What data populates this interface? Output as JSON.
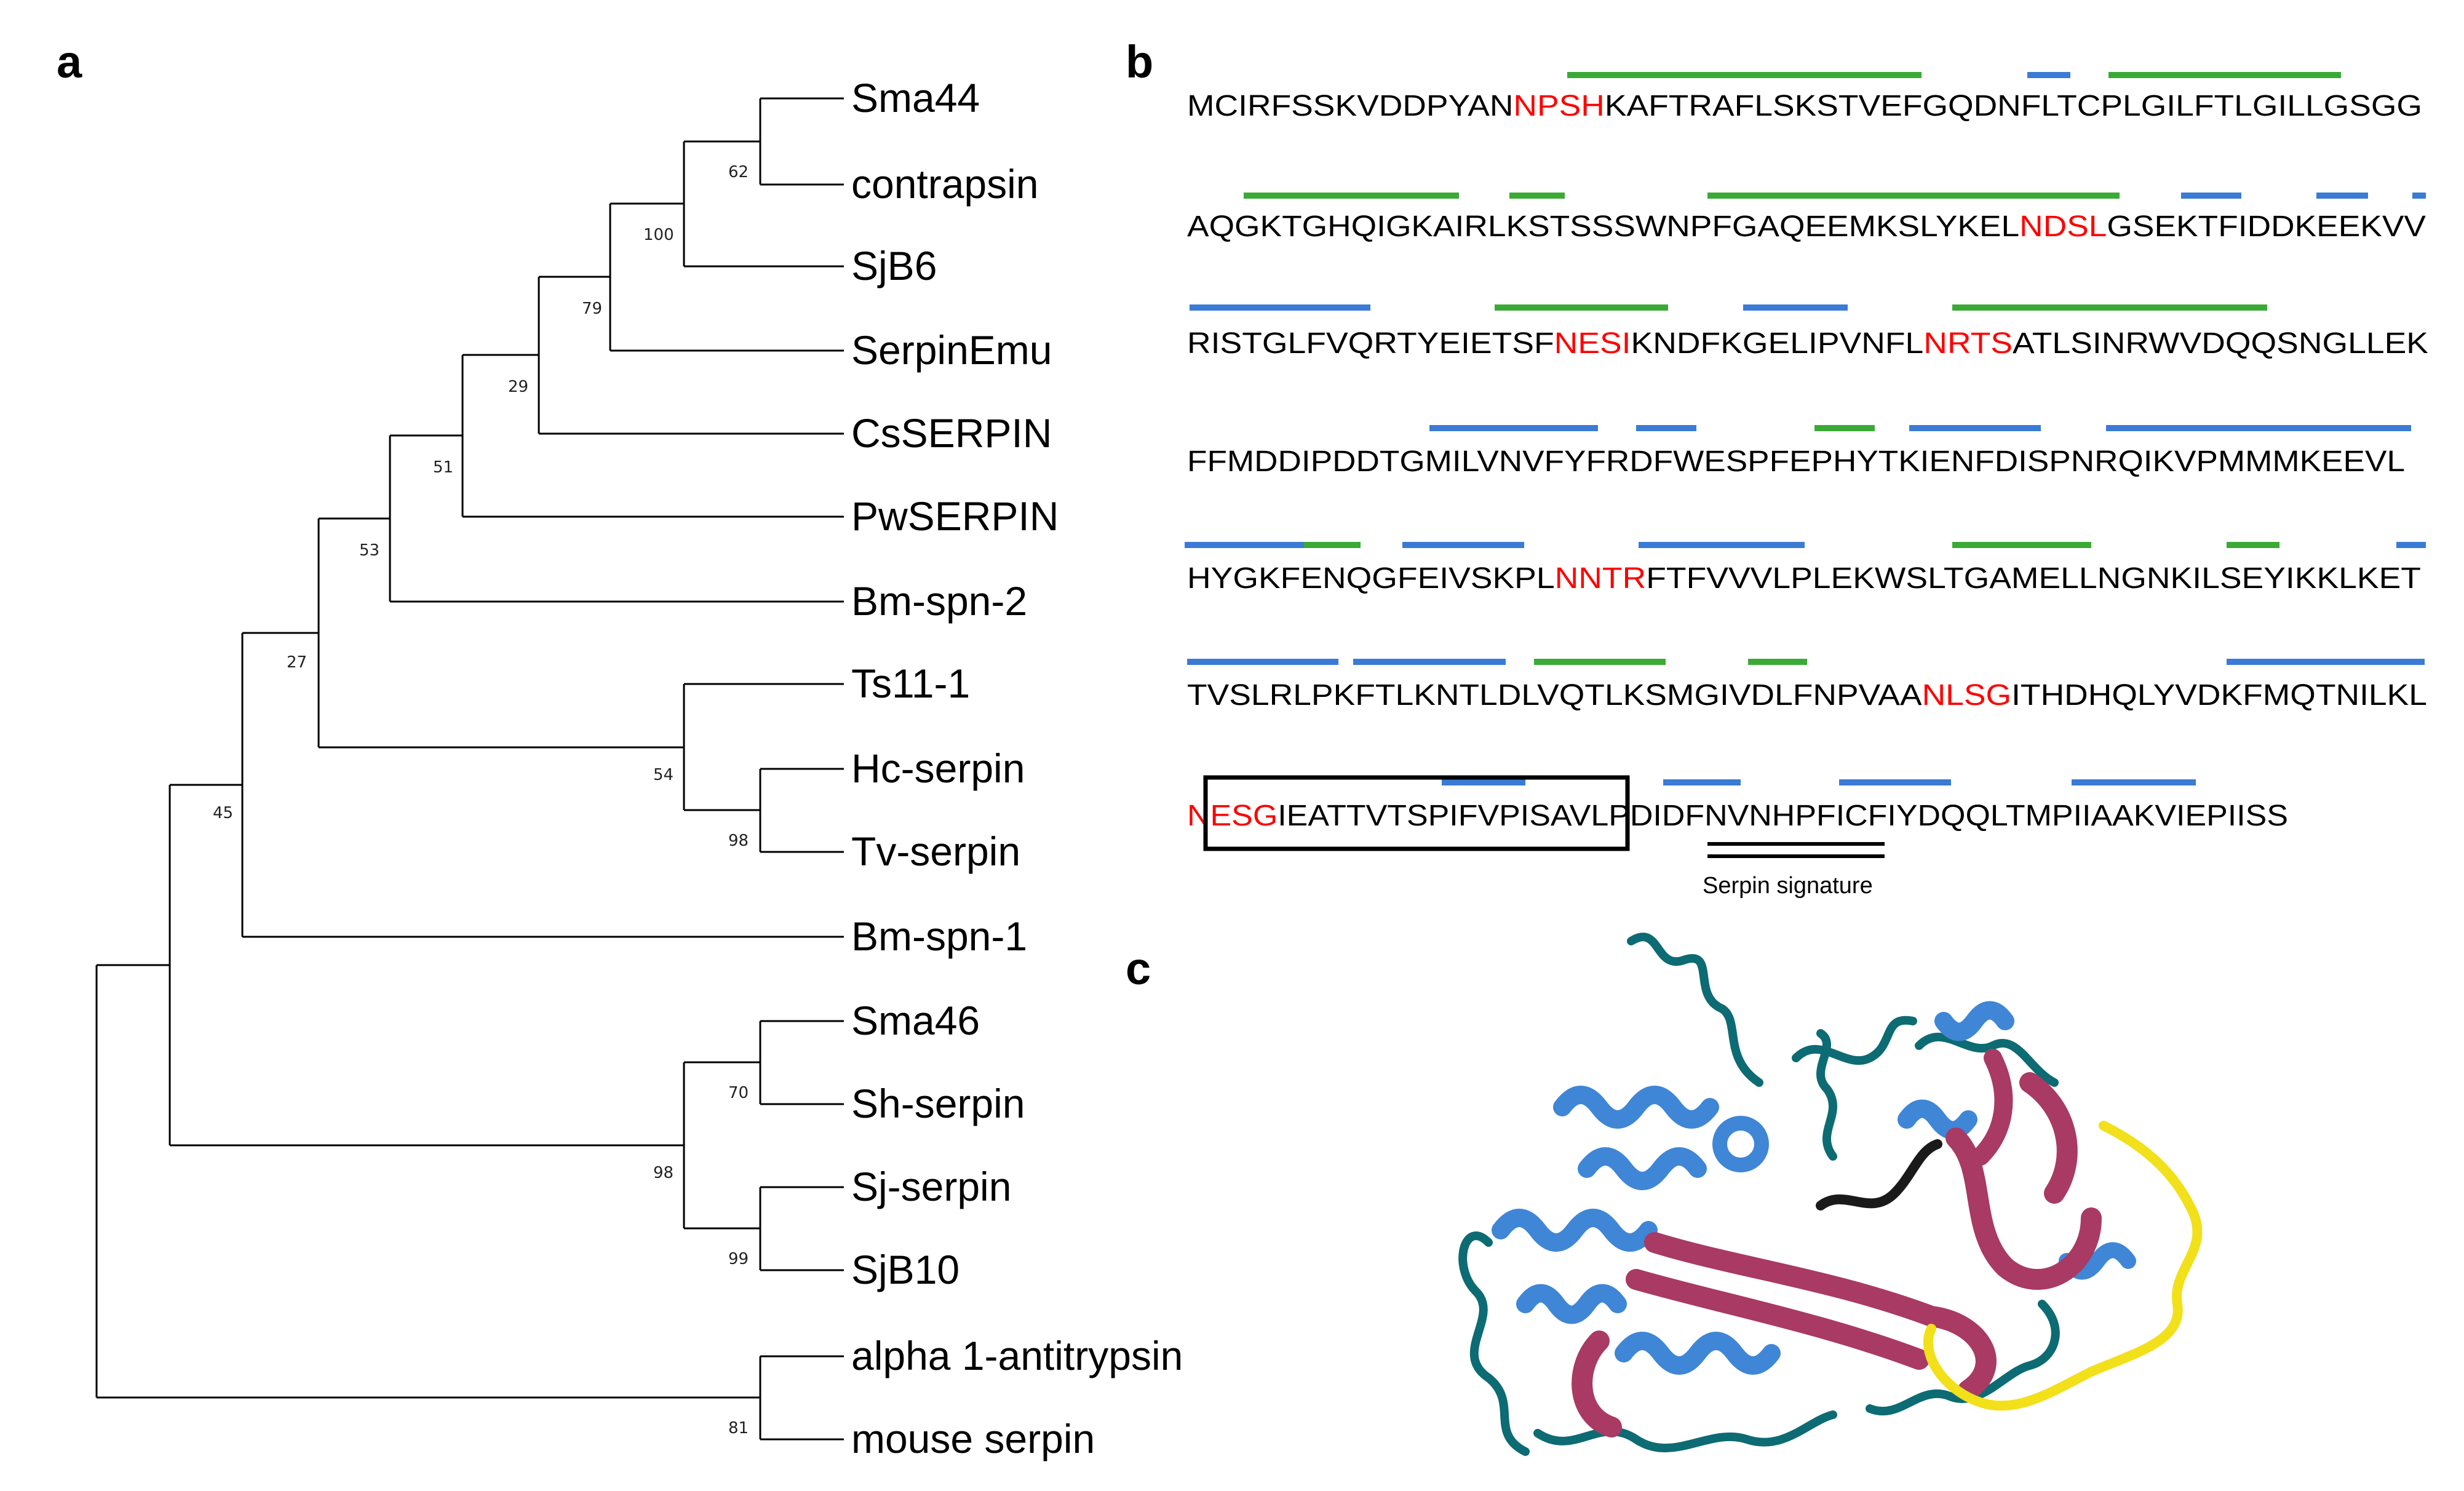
{
  "panels": {
    "a": "a",
    "b": "b",
    "c": "c"
  },
  "tree": {
    "leaves": [
      "Sma44",
      "contrapsin",
      "SjB6",
      "SerpinEmu",
      "CsSERPIN",
      "PwSERPIN",
      "Bm-spn-2",
      "Ts11-1",
      "Hc-serpin",
      "Tv-serpin",
      "Bm-spn-1",
      "Sma46",
      "Sh-serpin",
      "Sj-serpin",
      "SjB10",
      "alpha 1-antitrypsin",
      "mouse serpin"
    ],
    "bootstrap": [
      "62",
      "100",
      "79",
      "29",
      "51",
      "53",
      "27",
      "54",
      "98",
      "45",
      "70",
      "98",
      "99",
      "81"
    ]
  },
  "sequence": {
    "lines": [
      [
        {
          "t": "MCIRFSSKVDDPYAN",
          "hl": false
        },
        {
          "t": "NPSH",
          "hl": true
        },
        {
          "t": "KAFTRAFLSKSTVEFGQDNFLTCPLGILFTLGILLGSGG",
          "hl": false
        }
      ],
      [
        {
          "t": "AQGKTGHQIGKAIRLKSTSSSWNPFGAQEEMKSLYKEL",
          "hl": false
        },
        {
          "t": "NDSL",
          "hl": true
        },
        {
          "t": "GSEKTFIDDKEEKVV",
          "hl": false
        }
      ],
      [
        {
          "t": "RISTGLFVQRTYEIETSF",
          "hl": false
        },
        {
          "t": "NESI",
          "hl": true
        },
        {
          "t": "KNDFKGELIPVNFL",
          "hl": false
        },
        {
          "t": "NRTS",
          "hl": true
        },
        {
          "t": "ATLSINRWVDQQSNGLLEK",
          "hl": false
        }
      ],
      [
        {
          "t": "FFMDDIPDDTGMILVNVFYFRDFWESPFEPHYTKIENFDISPNRQIKVPMMMKEEVL",
          "hl": false
        }
      ],
      [
        {
          "t": "HYGKFENQGFEIVSKPL",
          "hl": false
        },
        {
          "t": "NNTR",
          "hl": true
        },
        {
          "t": "FTFVVVLPLEKWSLTGAMELLNGNKILSEYIKKLKET",
          "hl": false
        }
      ],
      [
        {
          "t": "TVSLRLPKFTLKNTLDLVQTLKSMGIVDLFNPVAA",
          "hl": false
        },
        {
          "t": "NLSG",
          "hl": true
        },
        {
          "t": "ITHDHQLYVDKFMQTNILKL",
          "hl": false
        }
      ],
      [
        {
          "t": "NESG",
          "hl": true
        },
        {
          "t": "IEATTVTSPIFVPISAVLPDIDFNVNHPFICFIYDQQLTMPIIAAKVIEPIISS",
          "hl": false
        }
      ]
    ],
    "signature_label": "Serpin signature"
  },
  "colors": {
    "helix": "#3a7bd5",
    "strand": "#3aaa35",
    "glyco": "#ff0000",
    "structure_helix": "#3f86d6",
    "structure_coil": "#0d6b73",
    "structure_sheet": "#a83a64",
    "structure_loop": "#f2e01a"
  }
}
